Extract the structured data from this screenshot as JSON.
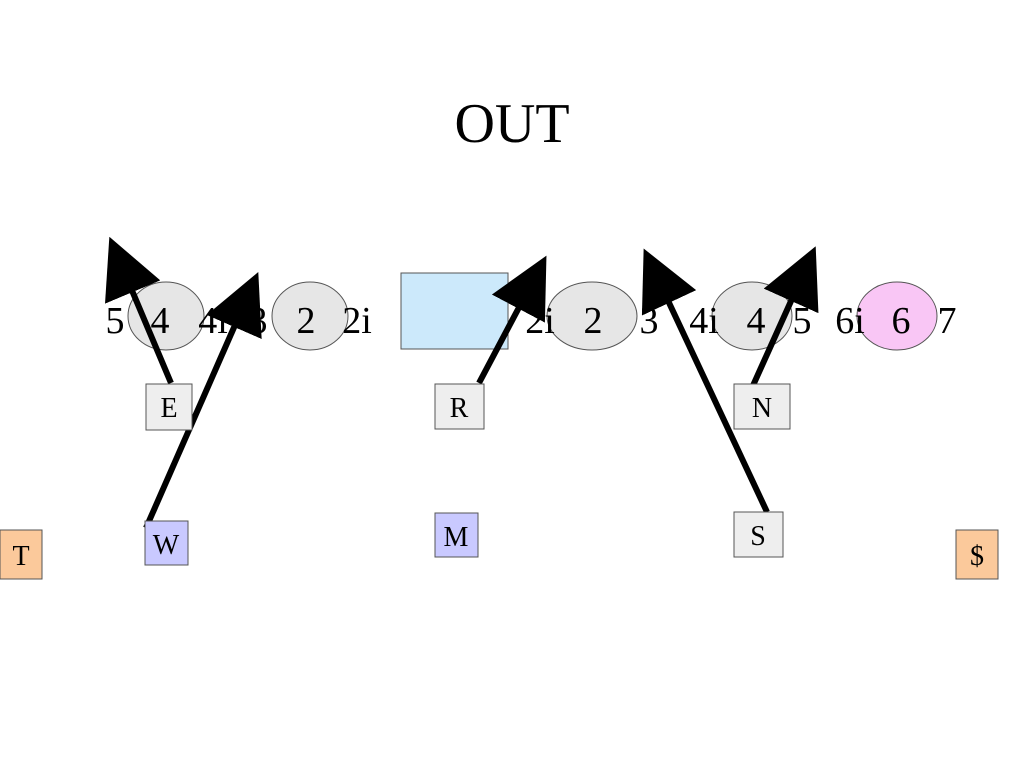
{
  "title": "OUT",
  "colors": {
    "gap_fill": "#e6e6e6",
    "gap_fill_highlight": "#f9c6f5",
    "ball_box_fill": "#cce9fb",
    "box_fill_default": "#eeeeee",
    "box_fill_blue": "#c9c9ff",
    "box_fill_orange": "#fbc99b",
    "outline": "#555555",
    "arrow": "#000000"
  },
  "gap_labels": [
    "5",
    "4",
    "4i",
    "3",
    "2",
    "2i",
    "2i",
    "2",
    "3",
    "4i",
    "4",
    "5",
    "6i",
    "6",
    "7"
  ],
  "players": [
    {
      "id": "E",
      "label": "E",
      "color": "default"
    },
    {
      "id": "W",
      "label": "W",
      "color": "blue"
    },
    {
      "id": "R",
      "label": "R",
      "color": "default"
    },
    {
      "id": "M",
      "label": "M",
      "color": "blue"
    },
    {
      "id": "N",
      "label": "N",
      "color": "default"
    },
    {
      "id": "S",
      "label": "S",
      "color": "default"
    },
    {
      "id": "T",
      "label": "T",
      "color": "orange"
    },
    {
      "id": "$",
      "label": "$",
      "color": "orange"
    }
  ]
}
